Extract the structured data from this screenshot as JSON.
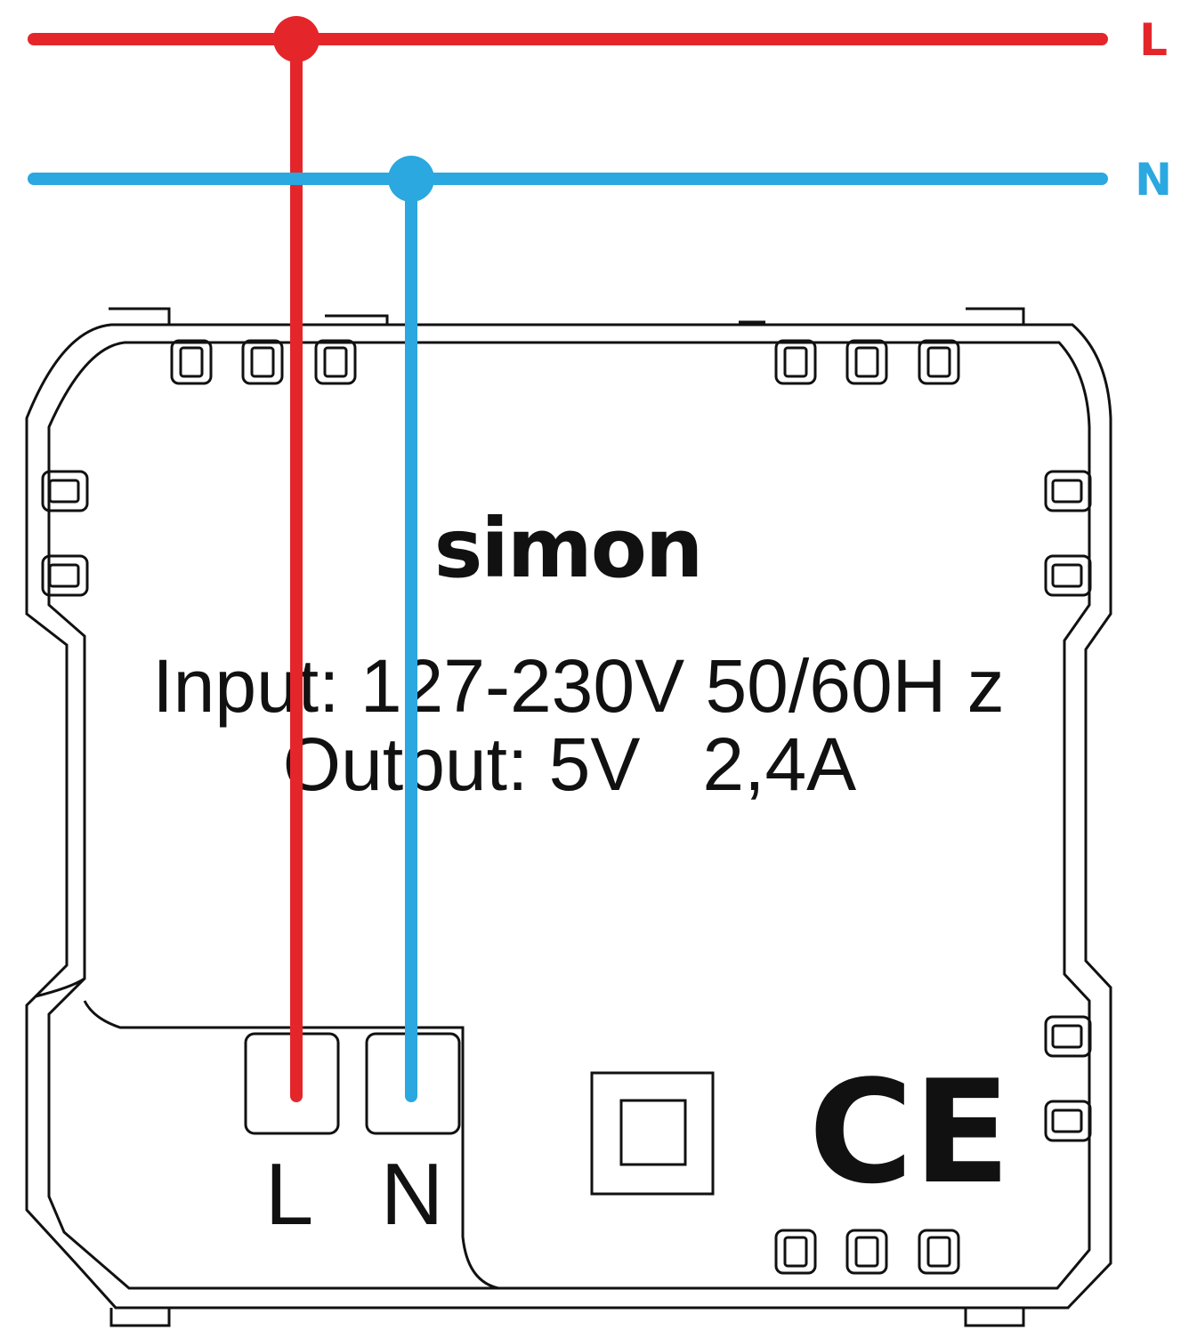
{
  "wires": {
    "live": {
      "label": "L",
      "color": "#e4262b"
    },
    "neutral": {
      "label": "N",
      "color": "#2aa8df"
    }
  },
  "device": {
    "brand": "simon",
    "input_text": "Input: 127-230V 50/60H z",
    "output_text": "Output: 5V   2,4A",
    "terminals": [
      {
        "label": "L"
      },
      {
        "label": "N"
      }
    ],
    "certification": "CE"
  }
}
